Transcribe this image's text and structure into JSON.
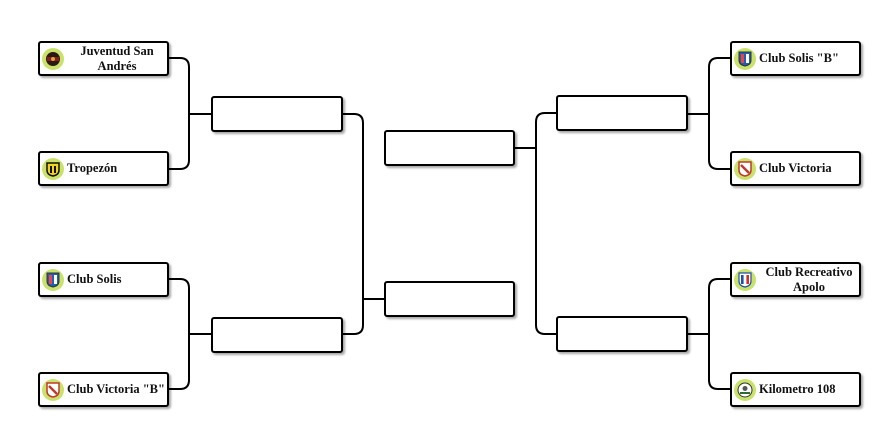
{
  "teams": {
    "t1": {
      "name": "Juventud San Andrés",
      "logo": "juventud-san-andres-logo",
      "color": "#8b1a1a"
    },
    "t2": {
      "name": "Tropezón",
      "logo": "tropezon-logo",
      "color": "#f2d21b"
    },
    "t3": {
      "name": "Club Solis",
      "logo": "club-solis-logo",
      "color": "#1c5fb8"
    },
    "t4": {
      "name": "Club Victoria \"B\"",
      "logo": "club-victoria-b-logo",
      "color": "#c0392b"
    },
    "t5": {
      "name": "Club Solis \"B\"",
      "logo": "club-solis-b-logo",
      "color": "#1c5fb8"
    },
    "t6": {
      "name": "Club Victoria",
      "logo": "club-victoria-logo",
      "color": "#c0392b"
    },
    "t7": {
      "name": "Club Recreativo Apolo",
      "logo": "club-recreativo-apolo-logo",
      "color": "#1f4fa8"
    },
    "t8": {
      "name": "Kilometro 108",
      "logo": "kilometro-108-logo",
      "color": "#2d6a3a"
    }
  },
  "rounds": {
    "semifinal_left_top": "",
    "semifinal_left_bottom": "",
    "semifinal_right_top": "",
    "semifinal_right_bottom": "",
    "final_top": "",
    "final_bottom": ""
  },
  "colors": {
    "logo_ring": "#c9e26a",
    "line": "#000000"
  }
}
